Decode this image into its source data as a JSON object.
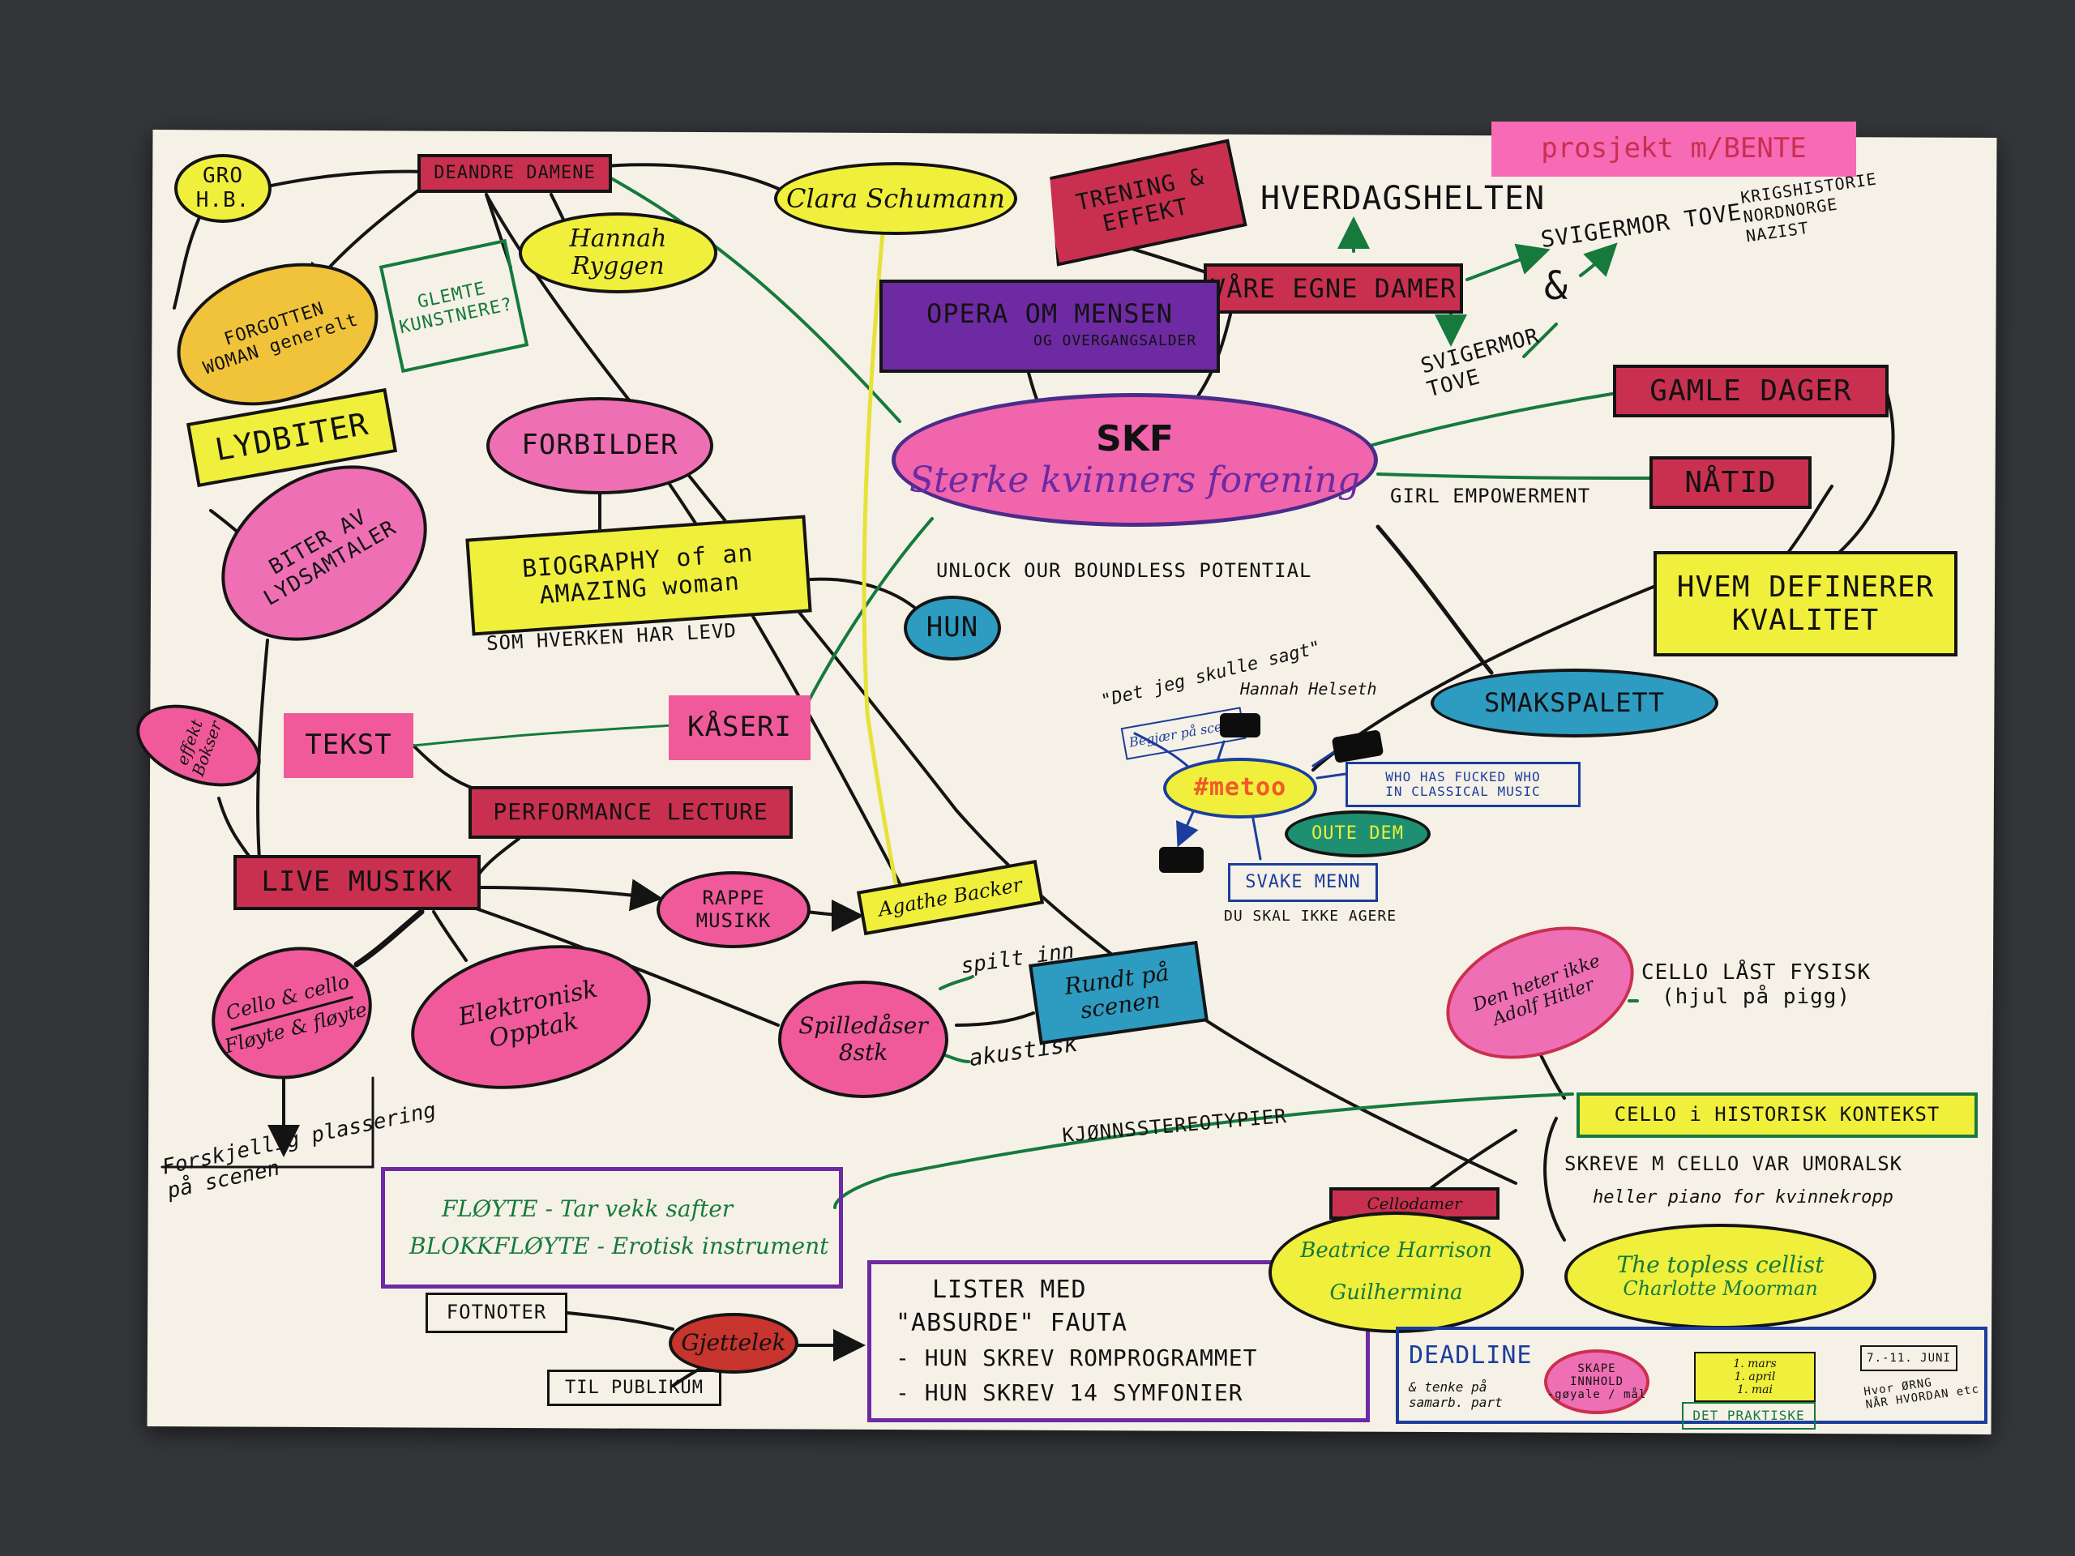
{
  "header_tag": "prosjekt m/BENTE",
  "center": {
    "title": "SKF",
    "subtitle": "Sterke kvinners forening"
  },
  "nodes": {
    "gro": "GRO\nH.B.",
    "deandre": "DEANDRE DAMENE",
    "clara": "Clara Schumann",
    "hannah_ryggen": "Hannah Ryggen",
    "glemte": "GLEMTE\nKUNSTNERE?",
    "forgotten": "FORGOTTEN\nWOMAN generelt",
    "trening": "TRENING &\nEFFEKT",
    "hverdagshelten": "HVERDAGSHELTEN",
    "vare_egne": "VÅRE EGNE DAMER",
    "svigermor_tove_1": "SVIGERMOR TOVE",
    "krigshistorie": "KRIGSHISTORIE\nNORDNORGE\nNAZIST",
    "ampersand": "&",
    "svigermor_tove_2": "SVIGERMOR\nTOVE",
    "opera": "OPERA OM MENSEN",
    "opera_sub": "OG OVERGANGSALDER",
    "lydbiter": "LYDBITER",
    "forbilder": "FORBILDER",
    "biter_av": "BITER AV\nLYDSAMTALER",
    "biography": "BIOGRAPHY of an\nAMAZING woman",
    "som_hverken": "SOM HVERKEN HAR LEVD",
    "hun": "HUN",
    "unlock": "UNLOCK OUR BOUNDLESS POTENTIAL",
    "gamle_dager": "GAMLE DAGER",
    "natid": "NÅTID",
    "girl_empowerment": "GIRL EMPOWERMENT",
    "hvem_definerer": "HVEM DEFINERER\nKVALITET",
    "smakspalett": "SMAKSPALETT",
    "effekt_bokser": "effekt\nBokser",
    "tekst": "TEKST",
    "kaseri": "KÅSERI",
    "performance": "PERFORMANCE LECTURE",
    "live_musikk": "LIVE MUSIKK",
    "rappe": "RAPPE\nMUSIKK",
    "agathe": "Agathe Backer",
    "det_jeg": "\"Det jeg skulle sagt\"",
    "hannah_helseth": "Hannah Helseth",
    "begjaer": "Begjær på scene",
    "metoo": "#metoo",
    "who_has": "WHO HAS FUCKED WHO\nIN CLASSICAL MUSIC",
    "oute_dem": "OUTE DEM",
    "svake_menn": "SVAKE MENN",
    "du_skal": "DU SKAL IKKE AGERE",
    "cello_cello": "Cello & cello",
    "floyte_floyte": "Fløyte & fløyte",
    "elektronisk": "Elektronisk\nOpptak",
    "spilledaser": "Spilledåser\n8stk",
    "spilt_inn": "spilt inn",
    "akustisk": "akustisk",
    "rundt": "Rundt på\nscenen",
    "den_heter": "Den heter ikke\nAdolf Hitler",
    "cello_last": "CELLO LÅST FYSISK\n(hjul på pigg)",
    "cello_historisk": "CELLO i HISTORISK KONTEKST",
    "skreve": "SKREVE M CELLO VAR UMORALSK",
    "heller_piano": "heller piano for kvinnekropp",
    "kjonns": "KJØNNSSTEREOTYPIER",
    "forskjellig": "Forskjellig plassering\npå scenen",
    "floyte_tar": "FLØYTE - Tar vekk safter",
    "blokkfloyte": "BLOKKFLØYTE - Erotisk instrument",
    "fotnoter": "FOTNOTER",
    "gjettelek": "Gjettelek",
    "til_publikum": "TIL PUBLIKUM",
    "lister_1": "LISTER MED",
    "lister_2": "\"ABSURDE\" FAUTA",
    "lister_3": "- HUN SKREV ROMPROGRAMMET",
    "lister_4": "- HUN SKREV 14 SYMFONIER",
    "cellodamer": "Cellodamer",
    "beatrice": "Beatrice Harrison",
    "guilhermina": "Guilhermina",
    "topless": "The topless cellist",
    "charlotte": "Charlotte Moorman",
    "deadline": "DEADLINE",
    "tenke": "& tenke på\nsamarb. part",
    "skape": "SKAPE\nINNHOLD\n-gøyale / mål",
    "datoer": "1. mars\n1. april\n1. mai",
    "det_praktiske": "DET PRAKTISKE",
    "juni": "7.-11. JUNI",
    "hvor": "Hvor ØRNG\nNÅR HVORDAN etc"
  },
  "colors": {
    "paper": "#f6f1e6",
    "background": "#34363a",
    "pink": "#ef6fb5",
    "crimson": "#c9304f",
    "yellow": "#f0ef3c",
    "purple": "#6d2aa3",
    "teal": "#2e9bc1",
    "green_ink": "#157a3c",
    "blue_ink": "#1b3e9e"
  }
}
